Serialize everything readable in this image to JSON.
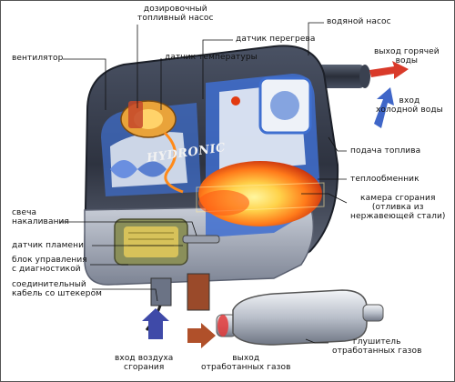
{
  "labels": {
    "metering_pump": "дозировочный\nтопливный насос",
    "water_pump": "водяной насос",
    "overheat_sensor": "датчик перегрева",
    "hot_water_out": "выход горячей\nводы",
    "fan": "вентилятор",
    "temp_sensor": "датчик температуры",
    "cold_water_in": "вход\nхолодной воды",
    "fuel_supply": "подача топлива",
    "heat_exchanger": "теплообменник",
    "combustion_chamber": "камера сгорания\n(отливка из\nнержавеющей стали)",
    "glow_plug": "свеча\nнакаливания",
    "flame_sensor": "датчик пламени",
    "control_unit": "блок управления\nс диагностикой",
    "connector_cable": "соединительный\nкабель со штекером",
    "muffler": "глушитель\nотработанных газов",
    "combustion_air_in": "вход воздуха\nсгорания",
    "exhaust_out": "выход\nотработанных газов"
  },
  "brand": "HYDRONIC",
  "colors": {
    "body_dark": "#2e3340",
    "body_light": "#7c8596",
    "water_blue": "#3f6fd0",
    "flame_core": "#ffd24a",
    "flame_outer": "#e23a10",
    "fuel_orange": "#ff8a1a",
    "arrow_hot": "#d93a2a",
    "arrow_cold": "#3f66c8",
    "leader": "#111111"
  }
}
